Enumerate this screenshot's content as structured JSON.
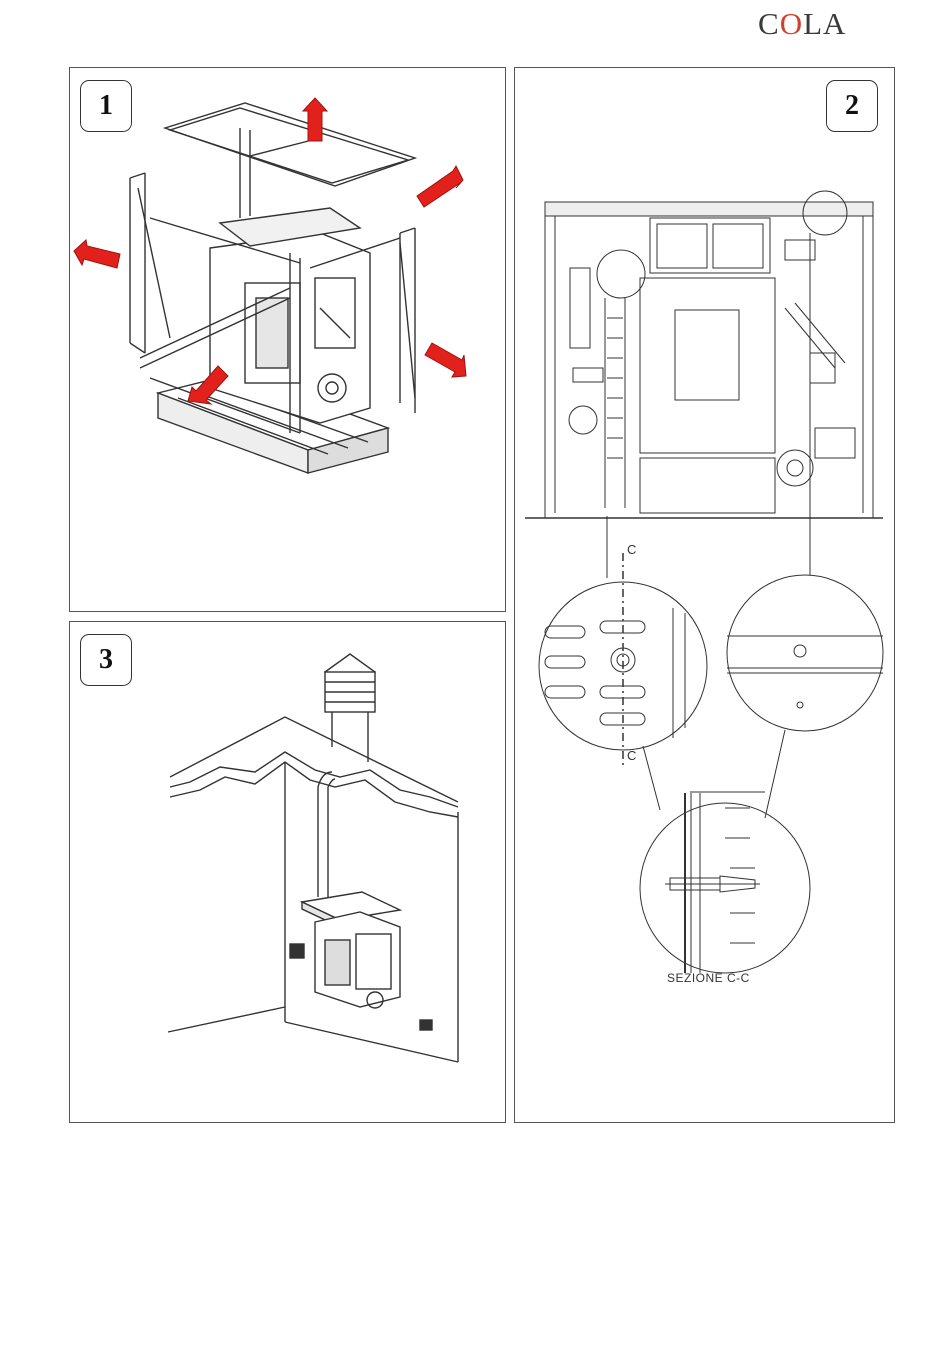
{
  "header": {
    "logo_pre": "C",
    "logo_o": "O",
    "logo_post": "LA"
  },
  "panels": [
    {
      "number": "1"
    },
    {
      "number": "2"
    },
    {
      "number": "3"
    }
  ],
  "detail": {
    "section_mark": "C",
    "section_label": "SEZIONE C-C"
  },
  "colors": {
    "arrow": "#e3211c",
    "logo_accent": "#d0402a",
    "line": "#333333"
  }
}
